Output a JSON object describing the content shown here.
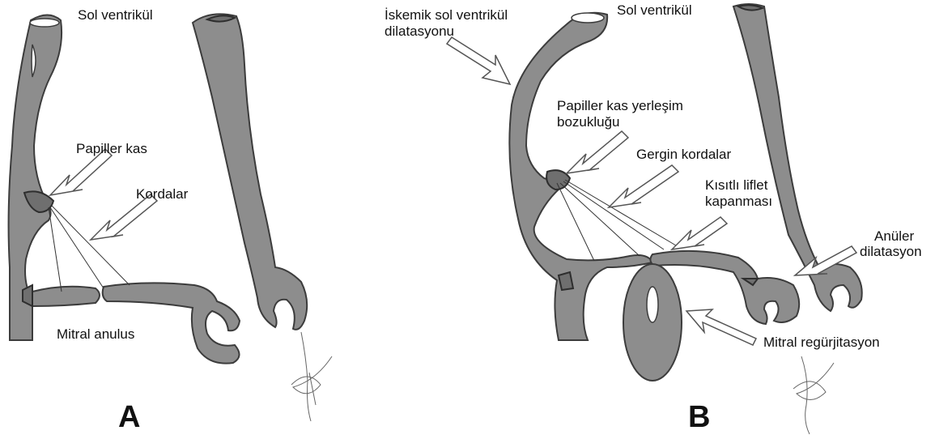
{
  "panel_a": {
    "letter": "A",
    "labels": {
      "left_ventricle": "Sol ventrikül",
      "papillary_muscle": "Papiller kas",
      "chordae": "Kordalar",
      "mitral_annulus": "Mitral anulus"
    }
  },
  "panel_b": {
    "letter": "B",
    "labels": {
      "ischemic_line1": "İskemik sol ventrikül",
      "ischemic_line2": "dilatasyonu",
      "left_ventricle": "Sol ventrikül",
      "papillary_line1": "Papiller kas yerleşim",
      "papillary_line2": "bozukluğu",
      "tense_chordae": "Gergin kordalar",
      "restricted_line1": "Kısıtlı liflet",
      "restricted_line2": "kapanması",
      "annular_line1": "Anüler",
      "annular_line2": "dilatasyon",
      "regurgitation": "Mitral regürjitasyon"
    }
  }
}
